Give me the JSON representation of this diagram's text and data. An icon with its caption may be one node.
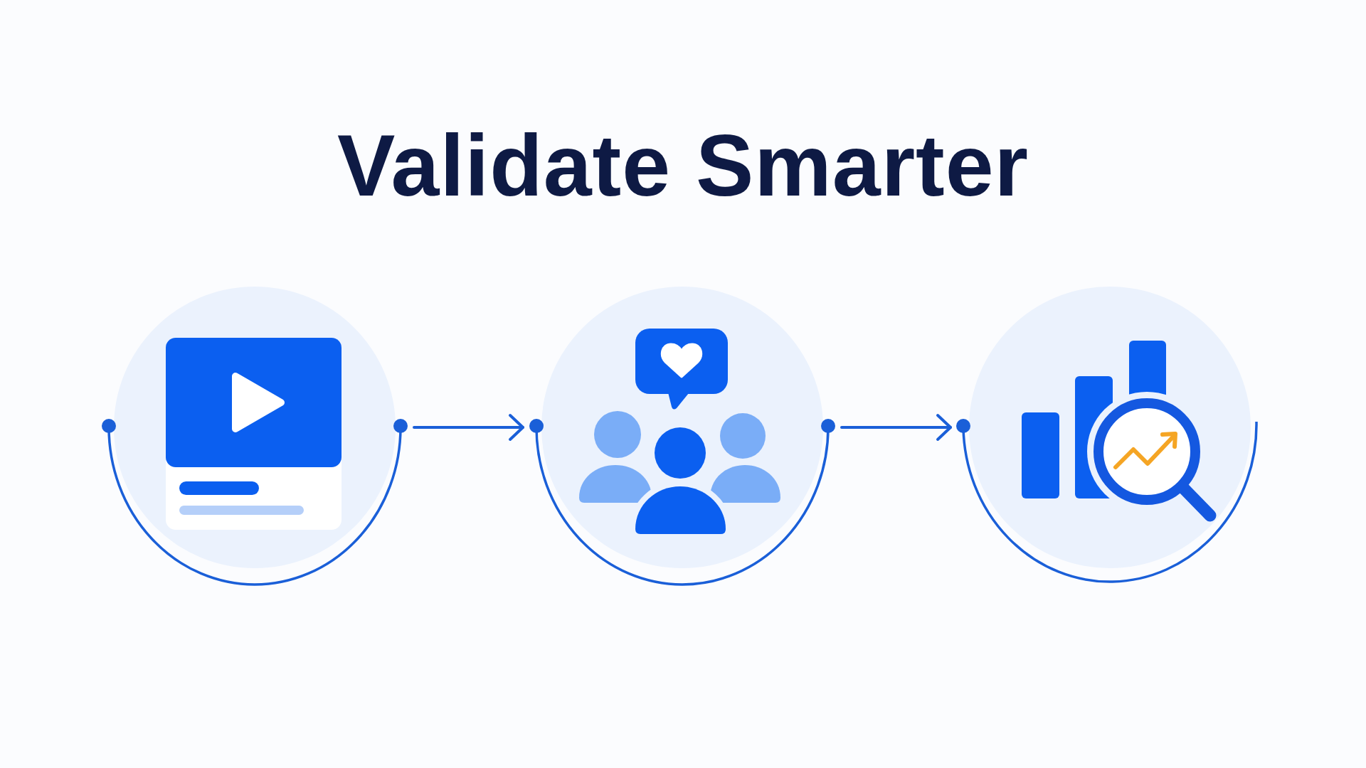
{
  "diagram": {
    "title": "Validate Smarter",
    "nodes": [
      {
        "text": [],
        "shape": "circle"
      },
      {
        "text": [],
        "shape": "circle"
      },
      {
        "text": [],
        "shape": "circle"
      }
    ],
    "edges": [
      {
        "from": 0,
        "to": 1,
        "arrow": "to"
      },
      {
        "from": 1,
        "to": 2,
        "arrow": "to"
      }
    ]
  }
}
